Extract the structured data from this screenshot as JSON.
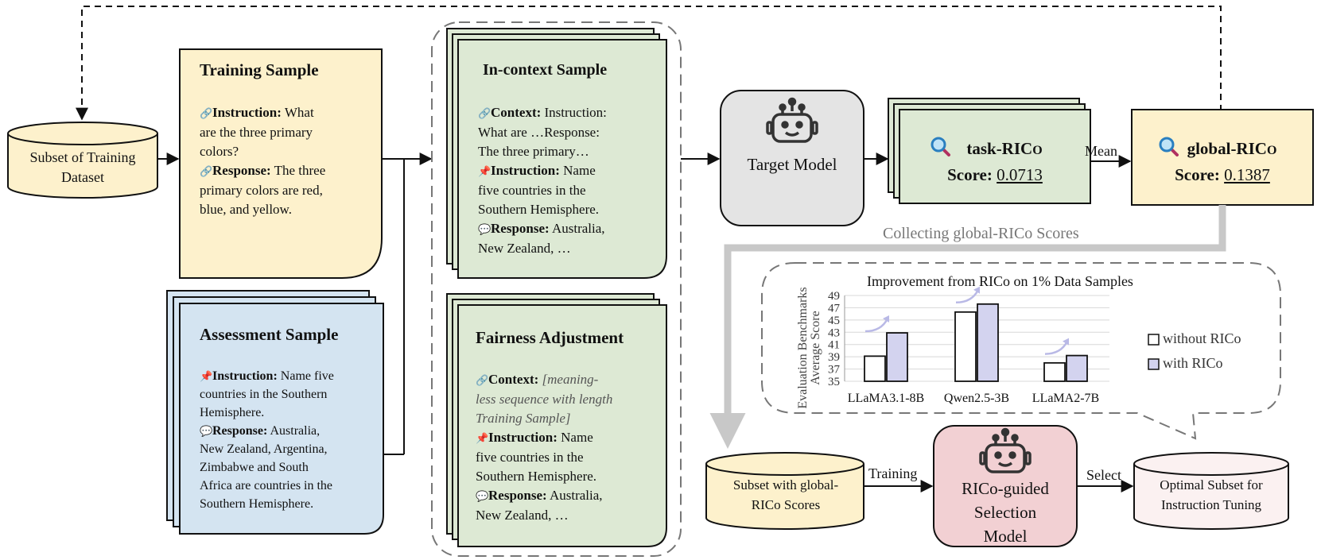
{
  "colors": {
    "yellow": "#fdf1cc",
    "blue": "#d4e4f1",
    "green": "#dde9d4",
    "gray": "#e4e4e4",
    "pink": "#f2d0d3",
    "light_pink": "#fbf1f1",
    "bar_without": "#ffffff",
    "bar_with": "#d3d3ef",
    "arrow_gray": "#c8c8c8"
  },
  "subset_training": {
    "line1": "Subset of Training",
    "line2": "Dataset"
  },
  "training_sample": {
    "title": "Training Sample",
    "instruction_label": "Instruction:",
    "instruction_text_1": " What",
    "instruction_text_2": "are the three primary",
    "instruction_text_3": "colors?",
    "response_label": "Response:",
    "response_text_1": " The three",
    "response_text_2": "primary colors are red,",
    "response_text_3": "blue, and yellow."
  },
  "assessment_sample": {
    "title": "Assessment Sample",
    "instruction_label": "Instruction:",
    "instruction_text_1": " Name five",
    "instruction_text_2": "countries in the Southern",
    "instruction_text_3": "Hemisphere.",
    "response_label": "Response:",
    "response_text_1": " Australia,",
    "response_text_2": "New Zealand, Argentina,",
    "response_text_3": "Zimbabwe and South",
    "response_text_4": "Africa are countries in the",
    "response_text_5": "Southern Hemisphere."
  },
  "in_context_sample": {
    "title": "In-context Sample",
    "context_label": "Context:",
    "context_text_1": " Instruction:",
    "context_text_2": "What are …Response:",
    "context_text_3": "The three primary…",
    "instruction_label": "Instruction:",
    "instruction_text_1": " Name",
    "instruction_text_2": "five countries in the",
    "instruction_text_3": "Southern Hemisphere.",
    "response_label": "Response:",
    "response_text_1": " Australia,",
    "response_text_2": "New Zealand, …"
  },
  "fairness_adjustment": {
    "title": "Fairness Adjustment",
    "context_label": "Context:",
    "context_text_1": " [meaning-",
    "context_text_2": "less sequence with length",
    "context_text_3": "Training Sample]",
    "instruction_label": "Instruction:",
    "instruction_text_1": " Name",
    "instruction_text_2": "five countries in the",
    "instruction_text_3": "Southern Hemisphere.",
    "response_label": "Response:",
    "response_text_1": " Australia,",
    "response_text_2": "New Zealand, …"
  },
  "target_model": {
    "label": "Target Model"
  },
  "task_rico": {
    "name_prefix": "task-RIC",
    "name_suffix": "O",
    "score_label": "Score:",
    "score_value": "0.0713"
  },
  "global_rico": {
    "name_prefix": "global-RIC",
    "name_suffix": "O",
    "score_label": "Score:",
    "score_value": "0.1387"
  },
  "mean_label": "Mean",
  "collecting_label": "Collecting global-RICo Scores",
  "subset_global": {
    "line1": "Subset with global-",
    "line2": "RICo Scores"
  },
  "training_label": "Training",
  "selection_model": {
    "line1": "RICo-guided",
    "line2": "Selection",
    "line3": "Model"
  },
  "select_label": "Select",
  "optimal_subset": {
    "line1": "Optimal Subset for",
    "line2": "Instruction Tuning"
  },
  "chart_data": {
    "type": "bar",
    "title": "Improvement from RICo on 1% Data Samples",
    "ylabel_line1": "Evaluation Benchmarks",
    "ylabel_line2": "Average Score",
    "categories": [
      "LLaMA3.1-8B",
      "Qwen2.5-3B",
      "LLaMA2-7B"
    ],
    "series": [
      {
        "name": "without RICo",
        "values": [
          39.1,
          46.3,
          38.0
        ]
      },
      {
        "name": "with RICo",
        "values": [
          42.9,
          47.6,
          39.2
        ]
      }
    ],
    "ylim": [
      35,
      49
    ],
    "yticks": [
      "49",
      "47",
      "45",
      "43",
      "41",
      "39",
      "37",
      "35"
    ],
    "grid": true,
    "legend_position": "right"
  }
}
